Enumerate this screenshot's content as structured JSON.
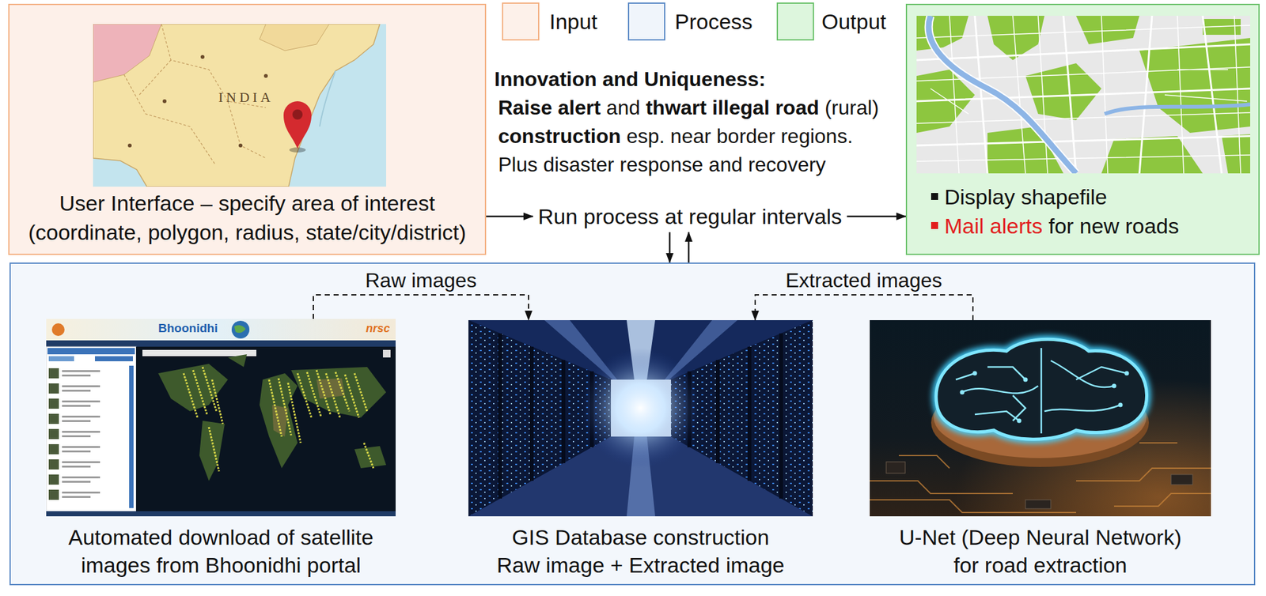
{
  "diagram": {
    "nodes": [
      {
        "text": [
          "User Interface – specify area of interest (coordinate, polygon, radius, state/city/district)"
        ]
      },
      {
        "text": [
          "Run process at regular intervals"
        ]
      },
      {
        "text": [
          "Display shapefile",
          "Mail alerts",
          "for new roads"
        ]
      },
      {
        "text": []
      },
      {
        "text": [
          "Automated download of satellite images from Bhoonidhi portal"
        ],
        "in": 3
      },
      {
        "text": [
          "GIS Database construction",
          "Raw image + Extracted image"
        ],
        "in": 3
      },
      {
        "text": [
          "U-Net (Deep Neural Network) for road extraction"
        ],
        "in": 3
      }
    ],
    "edges": [
      {
        "from": 0,
        "to": 1,
        "arrow": "to"
      },
      {
        "from": 1,
        "to": 2,
        "arrow": "to"
      },
      {
        "from": 1,
        "to": 3,
        "arrow": "to"
      },
      {
        "from": 3,
        "to": 1,
        "arrow": "to"
      },
      {
        "from": 4,
        "to": 5,
        "label": "Raw images",
        "arrow": "to"
      },
      {
        "from": 6,
        "to": 5,
        "label": "Extracted images",
        "arrow": "to"
      }
    ],
    "labels": [
      "Innovation and Uniqueness:",
      "Raise alert",
      "and",
      "thwart illegal road",
      "(rural)",
      "construction",
      "esp. near border regions.",
      "Plus disaster response and recovery",
      "INDIA",
      "Bhoonidhi",
      "nrsc"
    ],
    "legend": [
      {
        "text": "Input",
        "color": "#fdf1ea"
      },
      {
        "text": "Process",
        "color": "#f0f5fb"
      },
      {
        "text": "Output",
        "color": "#ddf6dd"
      }
    ]
  }
}
